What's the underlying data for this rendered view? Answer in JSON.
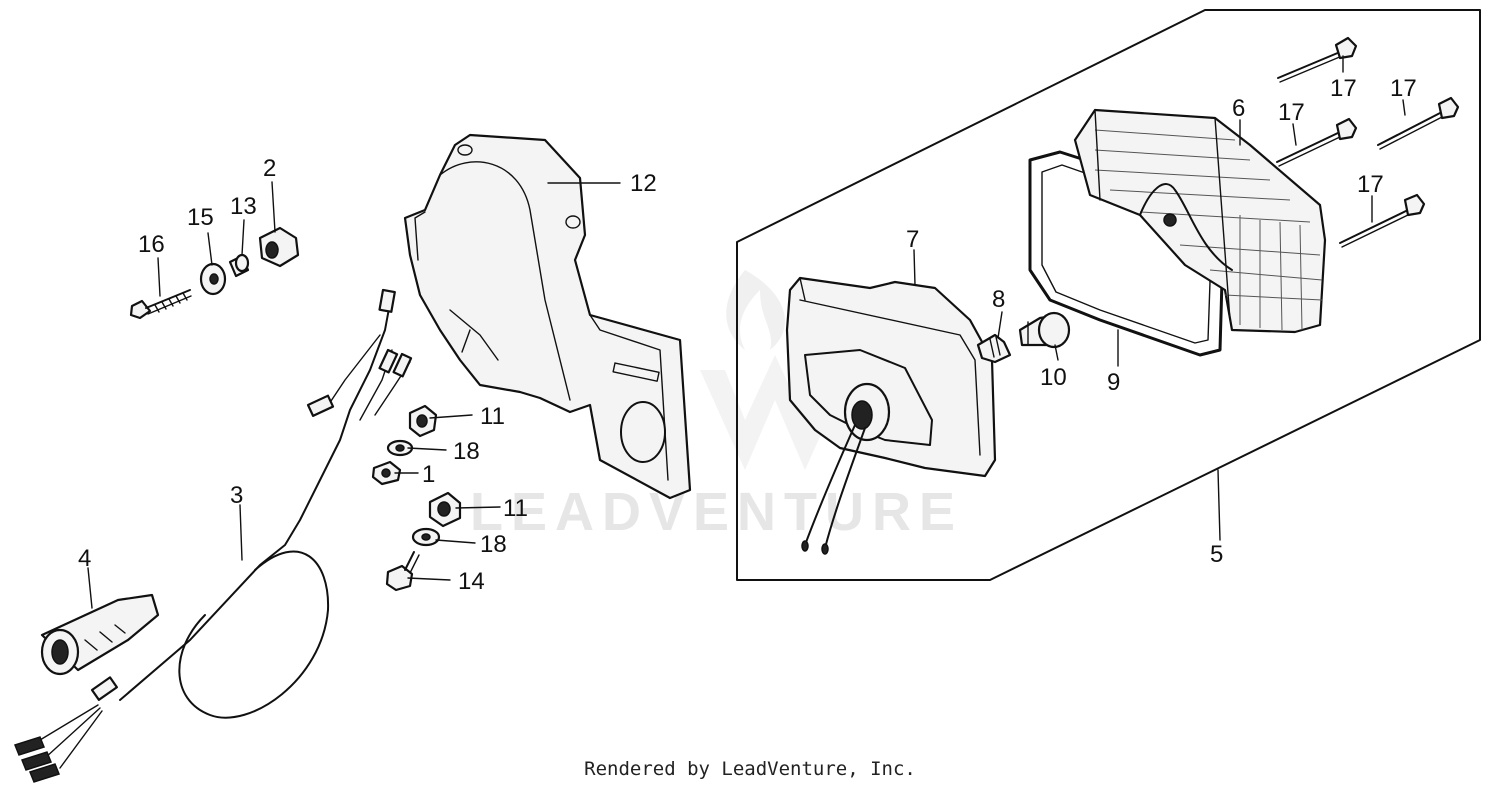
{
  "watermark": {
    "text": "LEADVENTURE"
  },
  "footer": {
    "credit": "Rendered by LeadVenture, Inc."
  },
  "callouts": {
    "c1": "1",
    "c2": "2",
    "c3": "3",
    "c4": "4",
    "c5": "5",
    "c6": "6",
    "c7": "7",
    "c8": "8",
    "c9": "9",
    "c10": "10",
    "c11a": "11",
    "c11b": "11",
    "c12": "12",
    "c13": "13",
    "c14": "14",
    "c15": "15",
    "c16": "16",
    "c17a": "17",
    "c17b": "17",
    "c17c": "17",
    "c17d": "17",
    "c18a": "18",
    "c18b": "18"
  }
}
